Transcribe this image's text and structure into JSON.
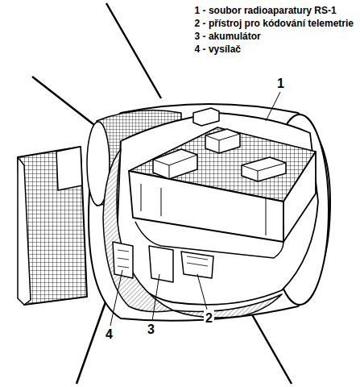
{
  "diagram": {
    "labels": [
      "1 - soubor radioaparatury RS-1",
      "2 - přístroj pro kódování telemetrie",
      "3 - akumulátor",
      "4 - vysílač",
      "1",
      "2",
      "3",
      "4"
    ]
  }
}
